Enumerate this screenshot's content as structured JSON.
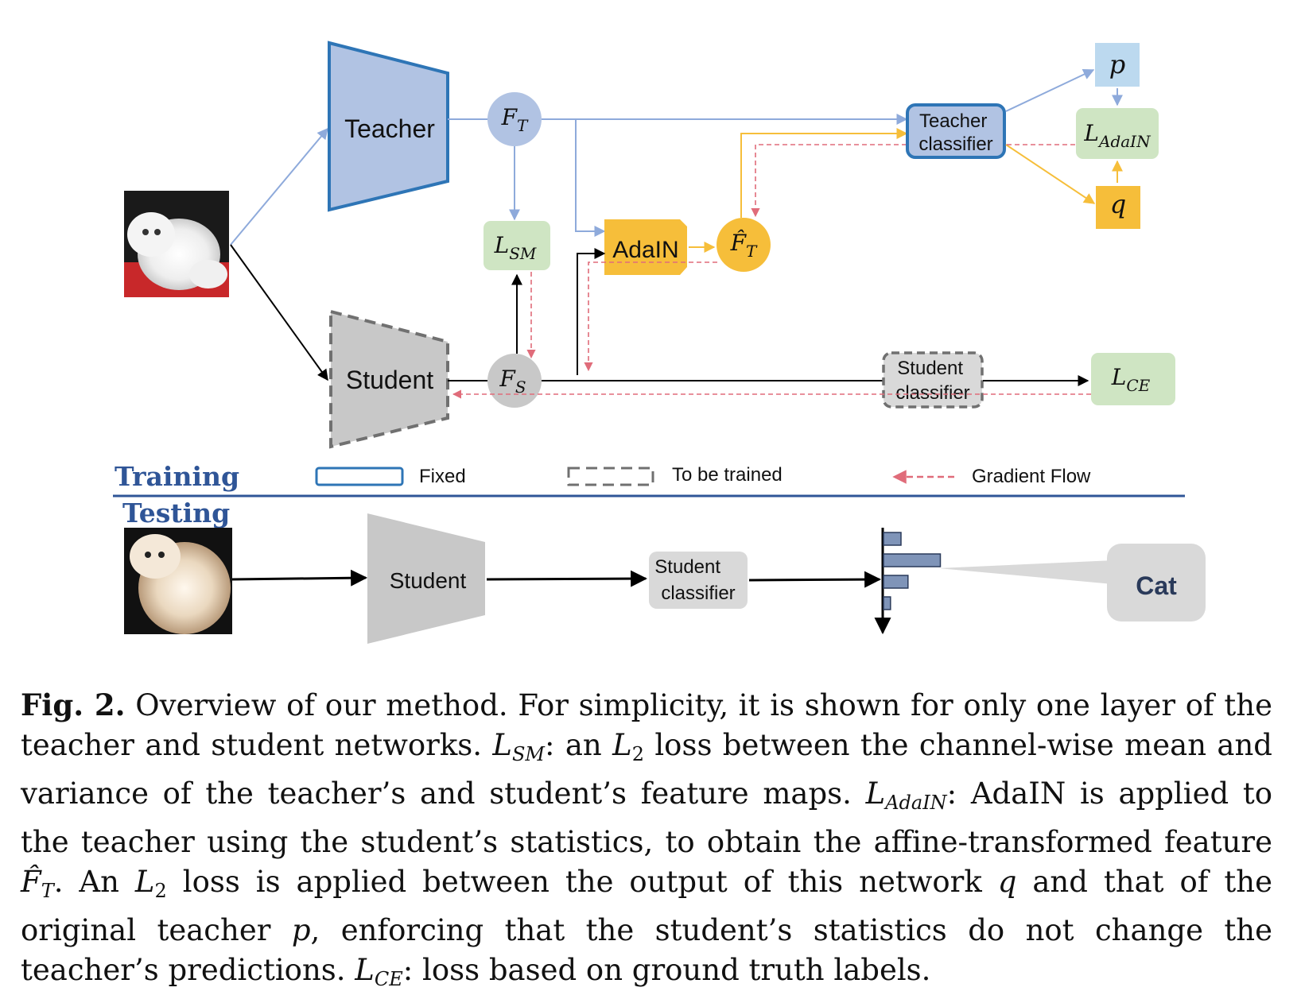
{
  "diagram": {
    "teacher_label": "Teacher",
    "student_label": "Student",
    "ft_main": "F",
    "ft_sub": "T",
    "fs_main": "F",
    "fs_sub": "S",
    "lsm_main": "L",
    "lsm_sub": "SM",
    "adain_label": "AdaIN",
    "fthat_main": "F̂",
    "fthat_sub": "T",
    "teacher_classifier_line1": "Teacher",
    "teacher_classifier_line2": "classifier",
    "p_label": "p",
    "q_label": "q",
    "ladain_main": "L",
    "ladain_sub": "AdaIN",
    "student_classifier_line1": "Student",
    "student_classifier_line2": "classifier",
    "lce_main": "L",
    "lce_sub": "CE",
    "training_label": "Training",
    "testing_label": "Testing",
    "legend_fixed": "Fixed",
    "legend_trained": "To be trained",
    "legend_gradient": "Gradient Flow",
    "test_student_label": "Student",
    "test_classifier_line1": "Student",
    "test_classifier_line2": "classifier",
    "prediction_label": "Cat",
    "histogram_values": [
      0.2,
      0.65,
      0.28,
      0.08
    ]
  },
  "colors": {
    "teacher_fill": "#b1c3e3",
    "teacher_stroke": "#2e75b6",
    "student_fill": "#c8c8c8",
    "student_stroke": "#707070",
    "adain_fill": "#f6be3a",
    "loss_fill": "#cfe5c3",
    "p_fill": "#bcd9ef",
    "gradient": "#e06c7a",
    "blue_line": "#8eaadb",
    "orange_line": "#f6be3a",
    "section_blue": "#2f5597",
    "hist_bar": "#7f94b8"
  },
  "caption": {
    "fig_label": "Fig. 2.",
    "t1": " Overview of our method. For simplicity, it is shown for only one layer of the teacher and student networks. ",
    "lsm_sym": "L",
    "lsm_sub": "SM",
    "t2": ": an ",
    "l2_sym": "L",
    "l2_sub": "2",
    "t3": " loss between the channel-wise mean and variance of the teacher’s and student’s feature maps. ",
    "ladain_sym": "L",
    "ladain_sub": "AdaIN",
    "t4": ": AdaIN is applied to the teacher using the student’s statistics, to obtain the affine-transformed feature ",
    "fthat_sym": "F̂",
    "fthat_sub": "T",
    "t5": ". An ",
    "l2b_sym": "L",
    "l2b_sub": "2",
    "t6": " loss is applied between the output of this network ",
    "q_sym": "q",
    "t7": " and that of the original teacher ",
    "p_sym": "p",
    "t8": ", enforcing that the student’s statistics do not change the teacher’s predictions. ",
    "lce_sym": "L",
    "lce_sub": "CE",
    "t9": ": loss based on ground truth labels."
  }
}
